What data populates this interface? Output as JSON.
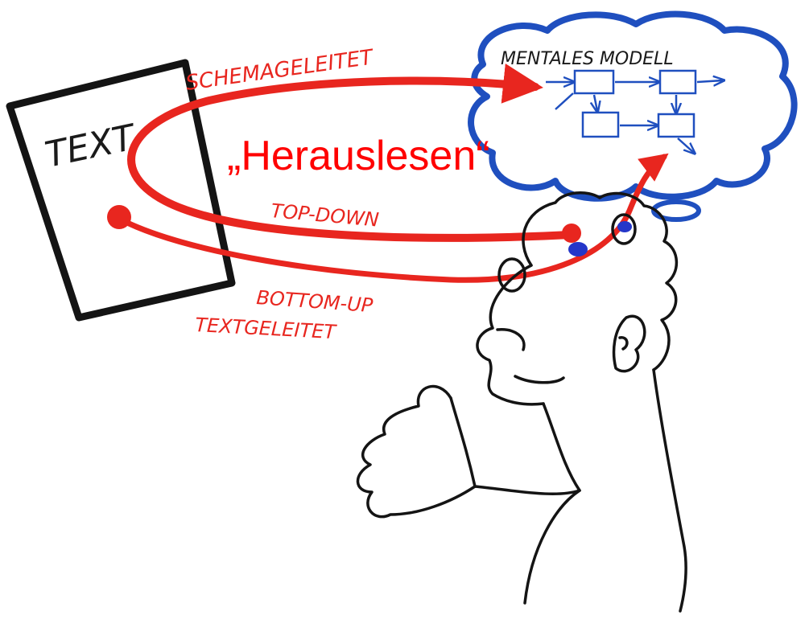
{
  "doc": {
    "text_box_label": "TEXT",
    "cloud_label": "MENTALES MODELL",
    "path_top_label": "SCHEMAGELEITET",
    "path_mid_label": "TOP-DOWN",
    "path_bottom_label_1": "BOTTOM-UP",
    "path_bottom_label_2": "TEXTGELEITET",
    "overlay_title": "„Herauslesen“"
  },
  "colors": {
    "ink": "#1a1a1a",
    "red": "#e8261f",
    "cloud_blue": "#1f4fbf",
    "eye_blue": "#2436c9",
    "overlay_red": "#ff0000"
  }
}
